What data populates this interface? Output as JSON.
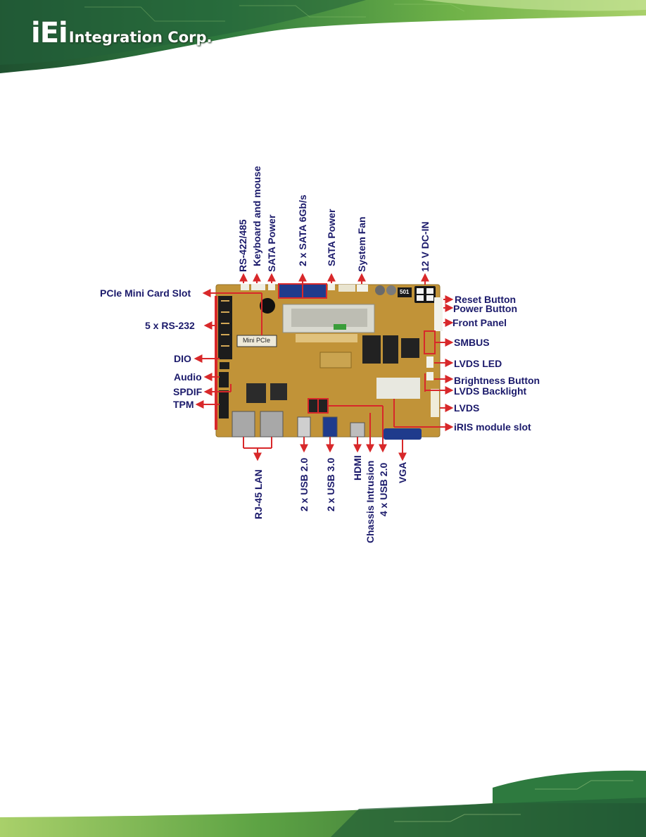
{
  "header": {
    "logo_mark": "iEi",
    "logo_text": "Integration Corp."
  },
  "colors": {
    "label": "#1b1a6b",
    "arrow": "#d8282a",
    "board": "#c89a3c",
    "band_dark": "#1e5a30",
    "band_light": "#7ab648"
  },
  "figure": {
    "left_labels": {
      "pcie": "PCIe Mini Card Slot",
      "rs232": "5 x RS-232",
      "dio": "DIO",
      "audio": "Audio",
      "spdif": "SPDIF",
      "tpm": "TPM"
    },
    "top_labels": {
      "rs422": "RS-422/485",
      "kbms": "Keyboard and mouse",
      "sata_power_1": "SATA Power",
      "sata_6g": "2 x SATA 6Gb/s",
      "sata_power_2": "SATA Power",
      "fan": "System Fan",
      "dcin": "12 V DC-IN"
    },
    "right_labels": {
      "reset": "Reset Button",
      "power": "Power Button",
      "front_panel": "Front Panel",
      "smbus": "SMBUS",
      "lvds_led": "LVDS LED",
      "brightness": "Brightness Button",
      "lvds_backlight": "LVDS Backlight",
      "lvds": "LVDS",
      "iris": "iRIS module slot"
    },
    "bottom_labels": {
      "rj45": "RJ-45 LAN",
      "usb20_2": "2 x USB 2.0",
      "usb30_2": "2 x USB 3.0",
      "hdmi": "HDMI",
      "chassis": "Chassis Intrusion",
      "usb20_4": "4 x USB 2.0",
      "vga": "VGA"
    },
    "board_prints": {
      "mini_pcie": "Mini PCIe",
      "chip_501": "501"
    }
  }
}
